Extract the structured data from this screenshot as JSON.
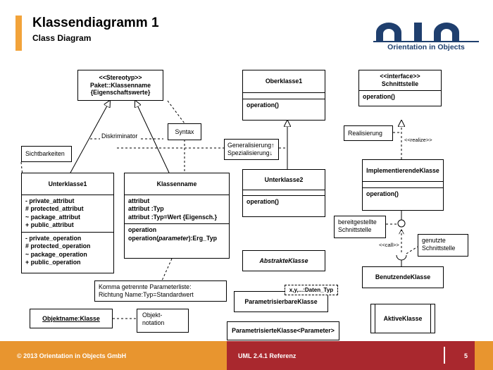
{
  "header": {
    "title": "Klassendiagramm 1",
    "subtitle": "Class Diagram"
  },
  "logo": {
    "tagline": "Orientation in Objects",
    "color": "#1f3f6e"
  },
  "diagram": {
    "stereotype_box": {
      "line1": "<<Stereotyp>>",
      "line2": "Paket::Klassenname",
      "line3": "{Eigenschaftswerte}"
    },
    "oberklasse1": {
      "name": "Oberklasse1",
      "operation": "operation()"
    },
    "schnittstelle": {
      "stereotype": "<<interface>>",
      "name": "Schnittstelle",
      "operation": "operation()"
    },
    "unterklasse1": {
      "name": "Unterklasse1",
      "attributes": [
        "- private_attribut",
        "# protected_attribut",
        "~ package_attribut",
        "+ public_attribut"
      ],
      "operations": [
        "- private_operation",
        "# protected_operation",
        "~ package_operation",
        "+ public_operation"
      ]
    },
    "klassenname": {
      "name": "Klassenname",
      "attributes": [
        "attribut",
        "attribut :Typ",
        "attribut :Typ=Wert {Eigensch.}"
      ],
      "op1": "operation",
      "op2_prefix": "operation(",
      "op2_param": "parameter",
      "op2_suffix": "):Erg_Typ"
    },
    "unterklasse2": {
      "name": "Unterklasse2",
      "operation": "operation()"
    },
    "implementierende": {
      "name": "ImplementierendeKlasse",
      "operation": "operation()"
    },
    "benutzende": {
      "name": "BenutzendeKlasse"
    },
    "abstrakte": {
      "name": "AbstrakteKlasse"
    },
    "parametrisierbare": {
      "name": "ParametrisierbareKlasse",
      "template_param": "x,y,...:Daten_Typ"
    },
    "parametrisierte": {
      "name": "ParametrisierteKlasse<Parameter>"
    },
    "aktive": {
      "name": "AktiveKlasse"
    },
    "objekt": {
      "name": "Objektname:Klasse"
    },
    "labels": {
      "diskriminator": "Diskriminator",
      "syntax": "Syntax",
      "generalisierung": "Generalisierung↑",
      "spezialisierung": "Spezialisierung↓",
      "sichtbarkeiten": "Sichtbarkeiten",
      "realisierung": "Realisierung",
      "realize": "<<realize>>",
      "bereitgestellte_1": "bereitgestellte",
      "bereitgestellte_2": "Schnittstelle",
      "genutzte_1": "genutzte",
      "genutzte_2": "Schnittstelle",
      "call": "<<call>>",
      "parameterliste_1": "Komma getrennte Parameterliste:",
      "parameterliste_2": "Richtung Name:Typ=Standardwert",
      "objektnotation_1": "Objekt-",
      "objektnotation_2": "notation"
    }
  },
  "footer": {
    "copyright": "© 2013 Orientation in Objects GmbH",
    "reference": "UML 2.4.1 Referenz",
    "page": "5"
  },
  "colors": {
    "accent": "#f2a33a",
    "footer_orange": "#e8952f",
    "footer_red": "#a9282e",
    "logo_blue": "#1f3f6e"
  }
}
